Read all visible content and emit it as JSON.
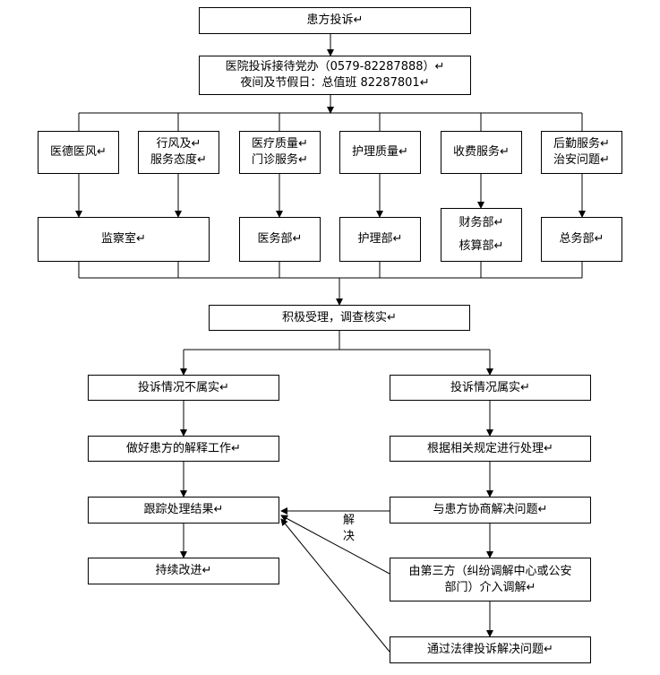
{
  "top": {
    "complaint": "患方投诉↵",
    "office": "医院投诉接待党办（0579-82287888）↵\n夜间及节假日：总值班 82287801↵"
  },
  "categories": [
    "医德医风↵",
    "行风及↵\n服务态度↵",
    "医疗质量↵\n门诊服务↵",
    "护理质量↵",
    "收费服务↵",
    "后勤服务↵\n治安问题↵"
  ],
  "departments": [
    "监察室↵",
    "医务部↵",
    "护理部↵",
    "财务部↵\n核算部↵",
    "总务部↵"
  ],
  "accept": "积极受理，调查核实↵",
  "left_branch": {
    "not_true": "投诉情况不属实↵",
    "explain": "做好患方的解释工作↵",
    "track": "跟踪处理结果↵",
    "improve": "持续改进↵"
  },
  "right_branch": {
    "true": "投诉情况属实↵",
    "handle": "根据相关规定进行处理↵",
    "negotiate": "与患方协商解决问题↵",
    "third_party": "由第三方（纠纷调解中心或公安\n部门）介入调解↵",
    "law": "通过法律投诉解决问题↵"
  },
  "resolve_label": "解\n决"
}
